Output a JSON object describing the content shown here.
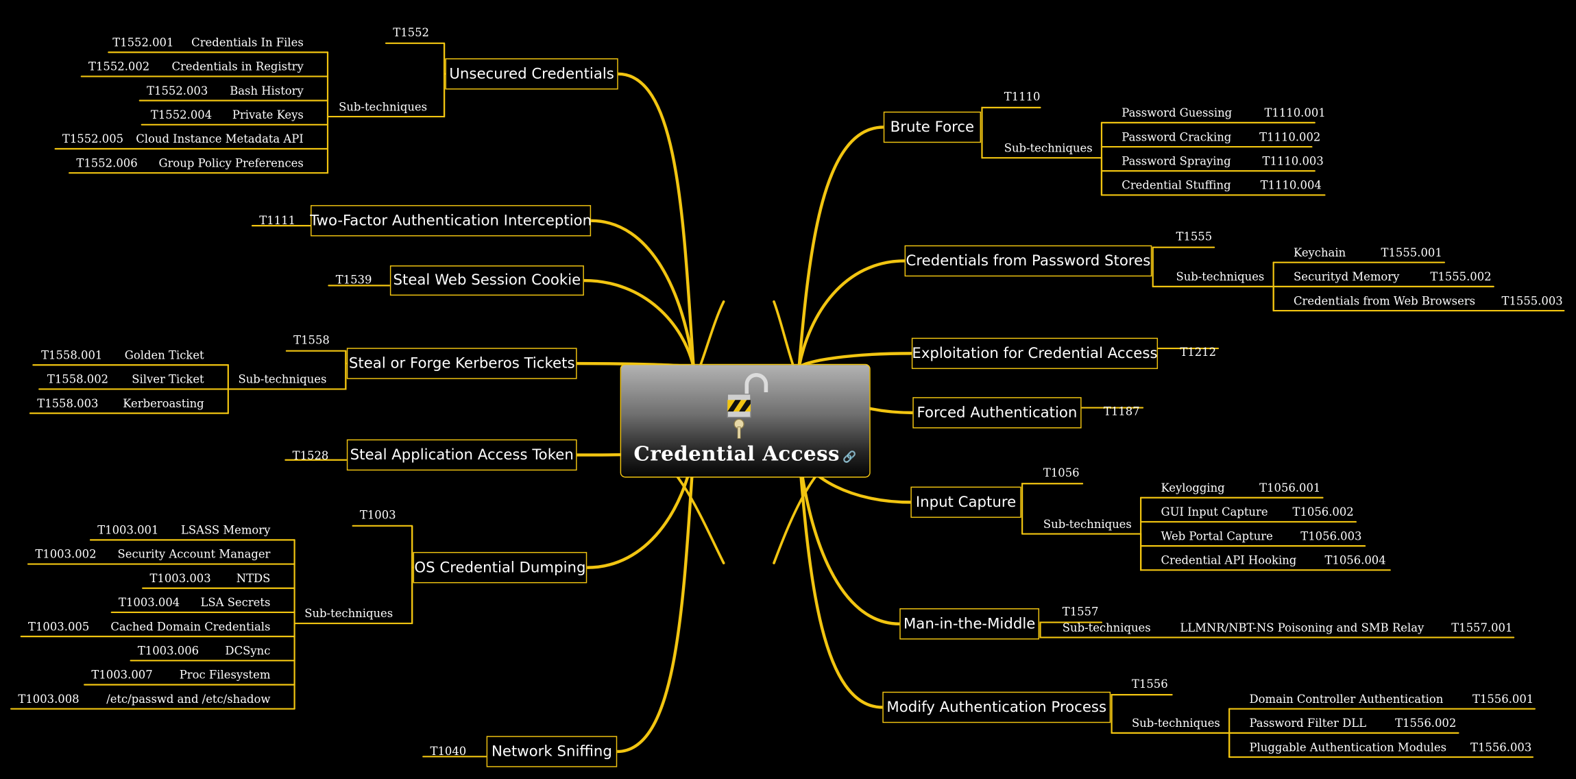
{
  "root": {
    "title": "Credential Access",
    "icon": "padlock-key-icon",
    "link_icon": "link-icon"
  },
  "colors": {
    "background": "#000000",
    "accent": "#f2c511",
    "text": "#ffffff",
    "link_icon": "#6fa8ff"
  },
  "common": {
    "sub_techniques": "Sub-techniques"
  },
  "branches": [
    {
      "name": "Unsecured Credentials",
      "id": "T1552",
      "side": "left",
      "subs": [
        {
          "id": "T1552.001",
          "name": "Credentials In Files"
        },
        {
          "id": "T1552.002",
          "name": "Credentials in Registry"
        },
        {
          "id": "T1552.003",
          "name": "Bash History"
        },
        {
          "id": "T1552.004",
          "name": "Private Keys"
        },
        {
          "id": "T1552.005",
          "name": "Cloud Instance Metadata API"
        },
        {
          "id": "T1552.006",
          "name": "Group Policy Preferences"
        }
      ]
    },
    {
      "name": "Two-Factor Authentication Interception",
      "id": "T1111",
      "side": "left",
      "subs": []
    },
    {
      "name": "Steal Web Session Cookie",
      "id": "T1539",
      "side": "left",
      "subs": []
    },
    {
      "name": "Steal or Forge Kerberos Tickets",
      "id": "T1558",
      "side": "left",
      "subs": [
        {
          "id": "T1558.001",
          "name": "Golden Ticket"
        },
        {
          "id": "T1558.002",
          "name": "Silver Ticket"
        },
        {
          "id": "T1558.003",
          "name": "Kerberoasting"
        }
      ]
    },
    {
      "name": "Steal Application Access Token",
      "id": "T1528",
      "side": "left",
      "subs": []
    },
    {
      "name": "OS Credential Dumping",
      "id": "T1003",
      "side": "left",
      "subs": [
        {
          "id": "T1003.001",
          "name": "LSASS Memory"
        },
        {
          "id": "T1003.002",
          "name": "Security Account Manager"
        },
        {
          "id": "T1003.003",
          "name": "NTDS"
        },
        {
          "id": "T1003.004",
          "name": "LSA Secrets"
        },
        {
          "id": "T1003.005",
          "name": "Cached Domain Credentials"
        },
        {
          "id": "T1003.006",
          "name": "DCSync"
        },
        {
          "id": "T1003.007",
          "name": "Proc Filesystem"
        },
        {
          "id": "T1003.008",
          "name": "/etc/passwd and /etc/shadow"
        }
      ]
    },
    {
      "name": "Network Sniffing",
      "id": "T1040",
      "side": "left",
      "subs": []
    },
    {
      "name": "Brute Force",
      "id": "T1110",
      "side": "right",
      "subs": [
        {
          "name": "Password Guessing",
          "id": "T1110.001"
        },
        {
          "name": "Password Cracking",
          "id": "T1110.002"
        },
        {
          "name": "Password Spraying",
          "id": "T1110.003"
        },
        {
          "name": "Credential Stuffing",
          "id": "T1110.004"
        }
      ]
    },
    {
      "name": "Credentials from Password Stores",
      "id": "T1555",
      "side": "right",
      "subs": [
        {
          "name": "Keychain",
          "id": "T1555.001"
        },
        {
          "name": "Securityd Memory",
          "id": "T1555.002"
        },
        {
          "name": "Credentials from Web Browsers",
          "id": "T1555.003"
        }
      ]
    },
    {
      "name": "Exploitation for Credential Access",
      "id": "T1212",
      "side": "right",
      "subs": []
    },
    {
      "name": "Forced Authentication",
      "id": "T1187",
      "side": "right",
      "subs": []
    },
    {
      "name": "Input Capture",
      "id": "T1056",
      "side": "right",
      "subs": [
        {
          "name": "Keylogging",
          "id": "T1056.001"
        },
        {
          "name": "GUI Input Capture",
          "id": "T1056.002"
        },
        {
          "name": "Web Portal Capture",
          "id": "T1056.003"
        },
        {
          "name": "Credential API Hooking",
          "id": "T1056.004"
        }
      ]
    },
    {
      "name": "Man-in-the-Middle",
      "id": "T1557",
      "side": "right",
      "subs": [
        {
          "name": "LLMNR/NBT-NS Poisoning and SMB Relay",
          "id": "T1557.001"
        }
      ]
    },
    {
      "name": "Modify Authentication Process",
      "id": "T1556",
      "side": "right",
      "subs": [
        {
          "name": "Domain Controller Authentication",
          "id": "T1556.001"
        },
        {
          "name": "Password Filter DLL",
          "id": "T1556.002"
        },
        {
          "name": "Pluggable Authentication Modules",
          "id": "T1556.003"
        }
      ]
    }
  ]
}
